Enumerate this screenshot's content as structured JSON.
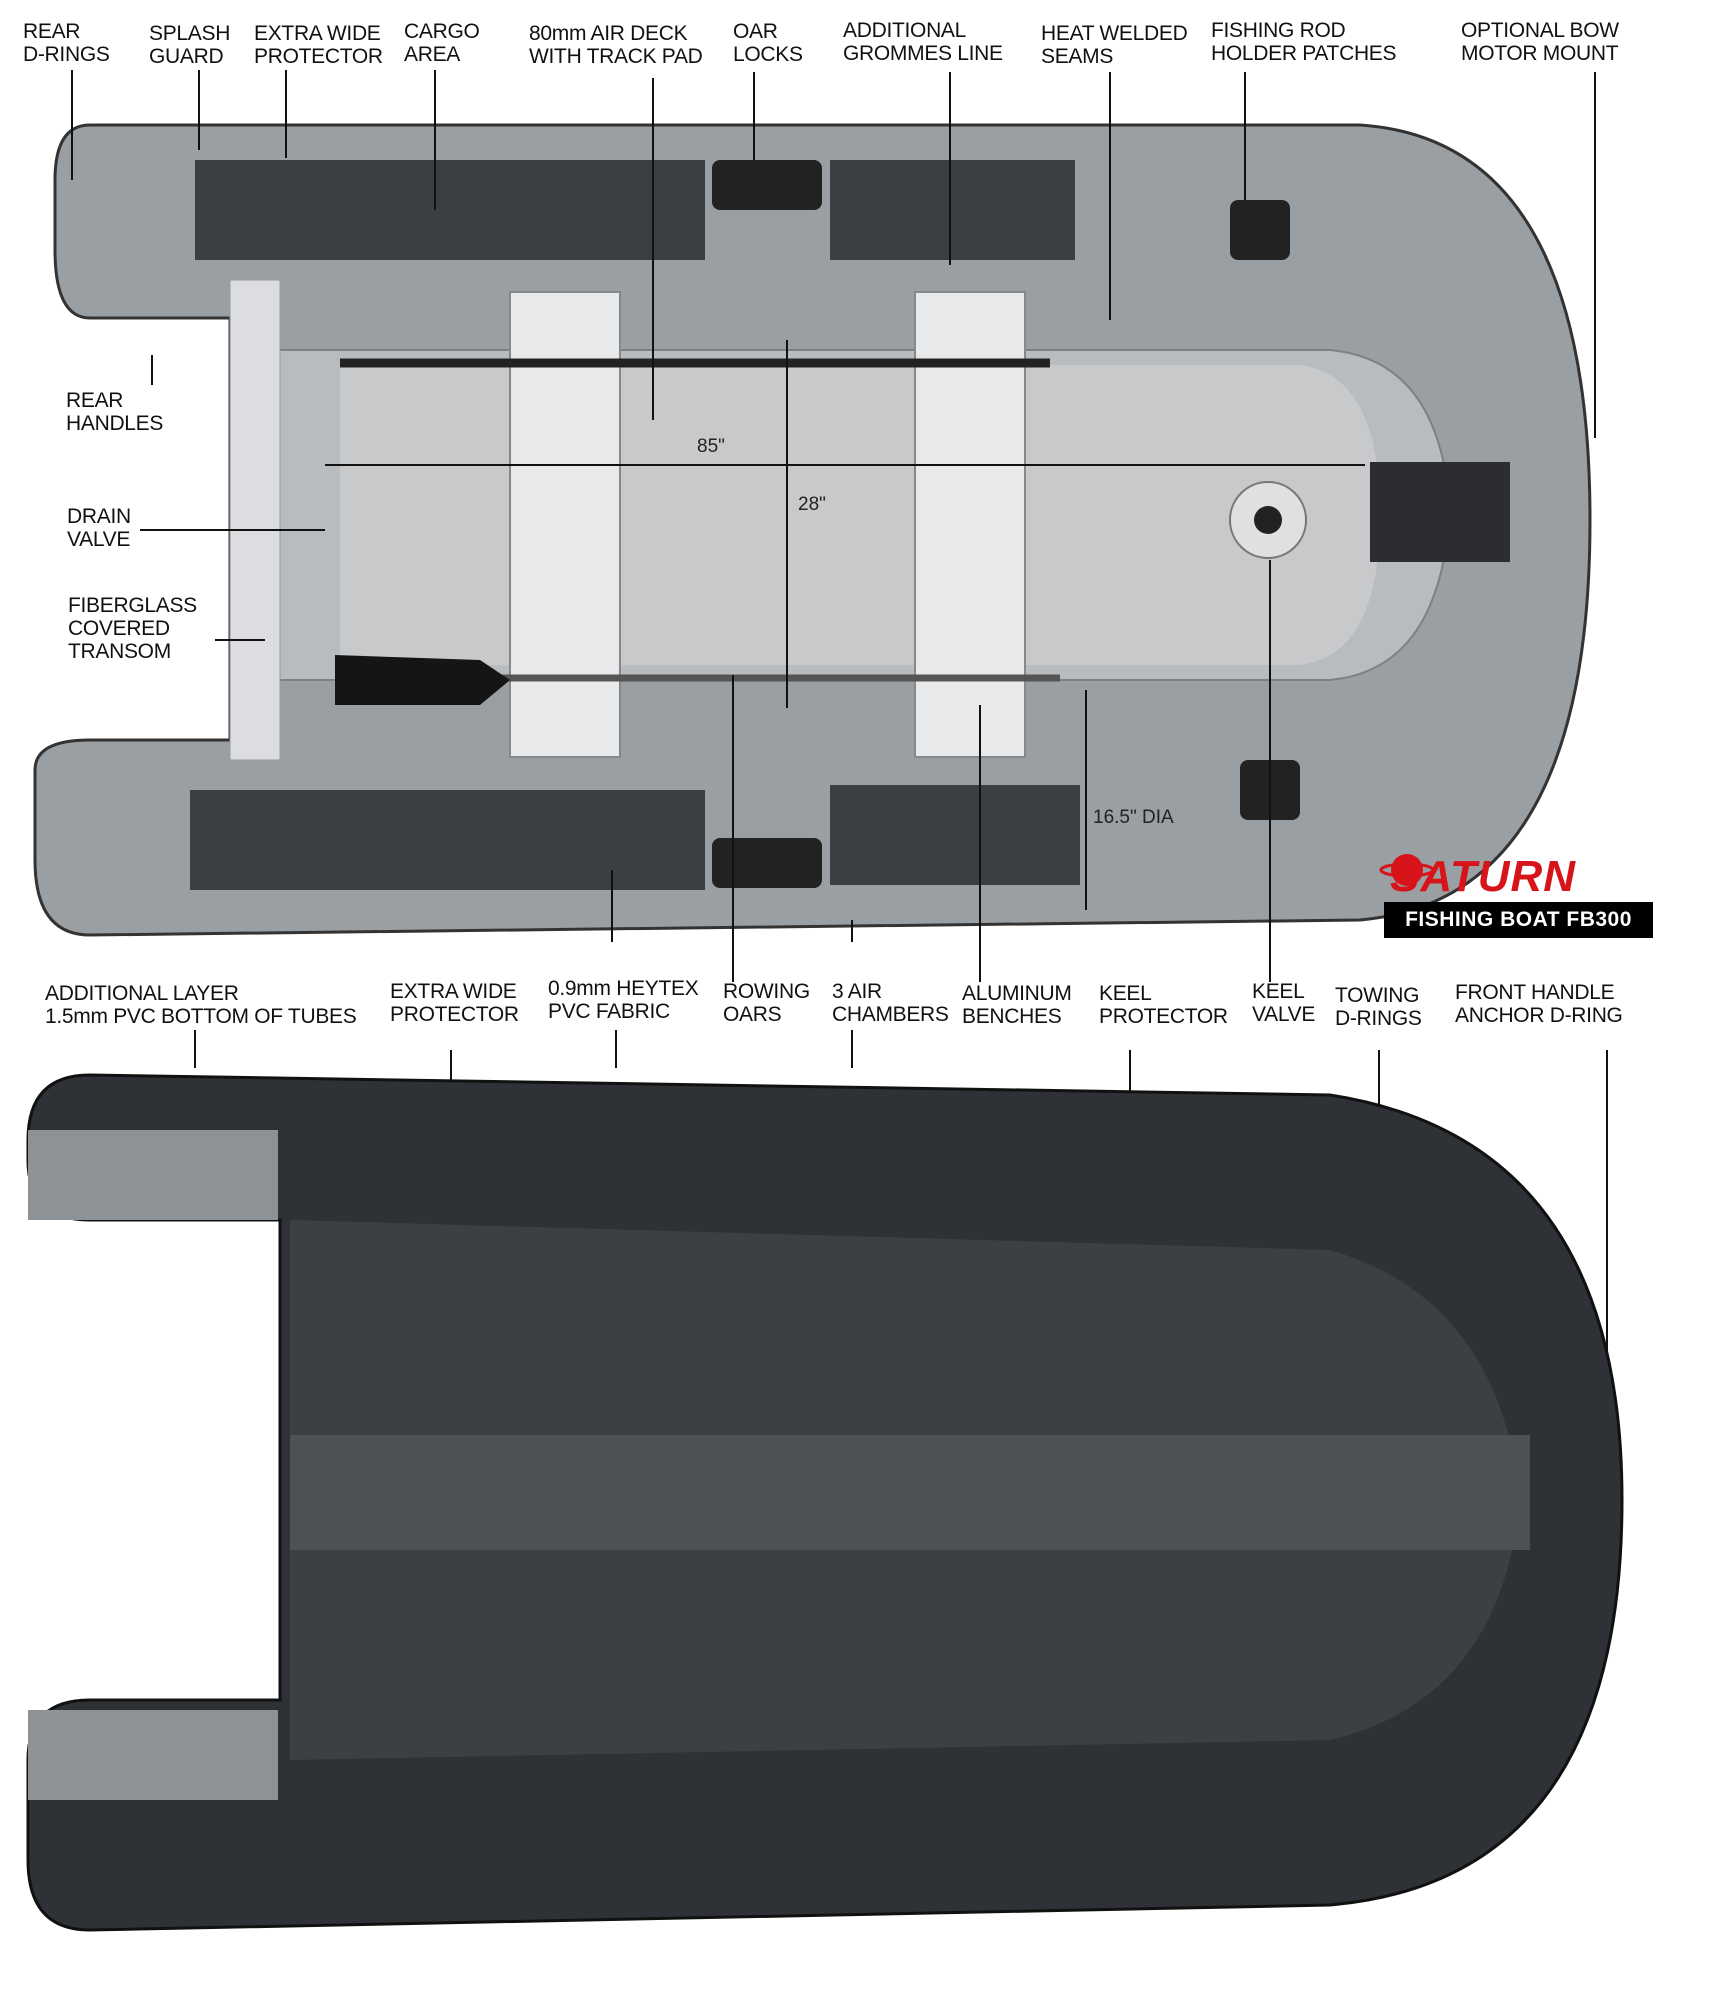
{
  "top_labels": [
    "REAR\nD-RINGS",
    "SPLASH\nGUARD",
    "EXTRA WIDE\nPROTECTOR",
    "CARGO\nAREA",
    "80mm AIR DECK\nWITH TRACK PAD",
    "OAR\nLOCKS",
    "ADDITIONAL\nGROMMES LINE",
    "HEAT WELDED\nSEAMS",
    "FISHING ROD\nHOLDER PATCHES",
    "OPTIONAL BOW\nMOTOR MOUNT"
  ],
  "side_labels": [
    "REAR\nHANDLES",
    "DRAIN\nVALVE",
    "FIBERGLASS\nCOVERED\nTRANSOM"
  ],
  "dimensions": {
    "length": "85\"",
    "width": "28\"",
    "tube": "16.5\" DIA"
  },
  "bottom_labels": [
    "ADDITIONAL LAYER\n1.5mm PVC BOTTOM OF TUBES",
    "EXTRA WIDE\nPROTECTOR",
    "0.9mm HEYTEX\nPVC FABRIC",
    "ROWING\nOARS",
    "3 AIR\nCHAMBERS",
    "ALUMINUM\nBENCHES",
    "KEEL\nPROTECTOR",
    "KEEL\nVALVE",
    "TOWING\nD-RINGS",
    "FRONT HANDLE\nANCHOR D-RING"
  ],
  "brand": {
    "name": "SATURN",
    "model": "FISHING BOAT FB300",
    "color": "#d8141b"
  }
}
